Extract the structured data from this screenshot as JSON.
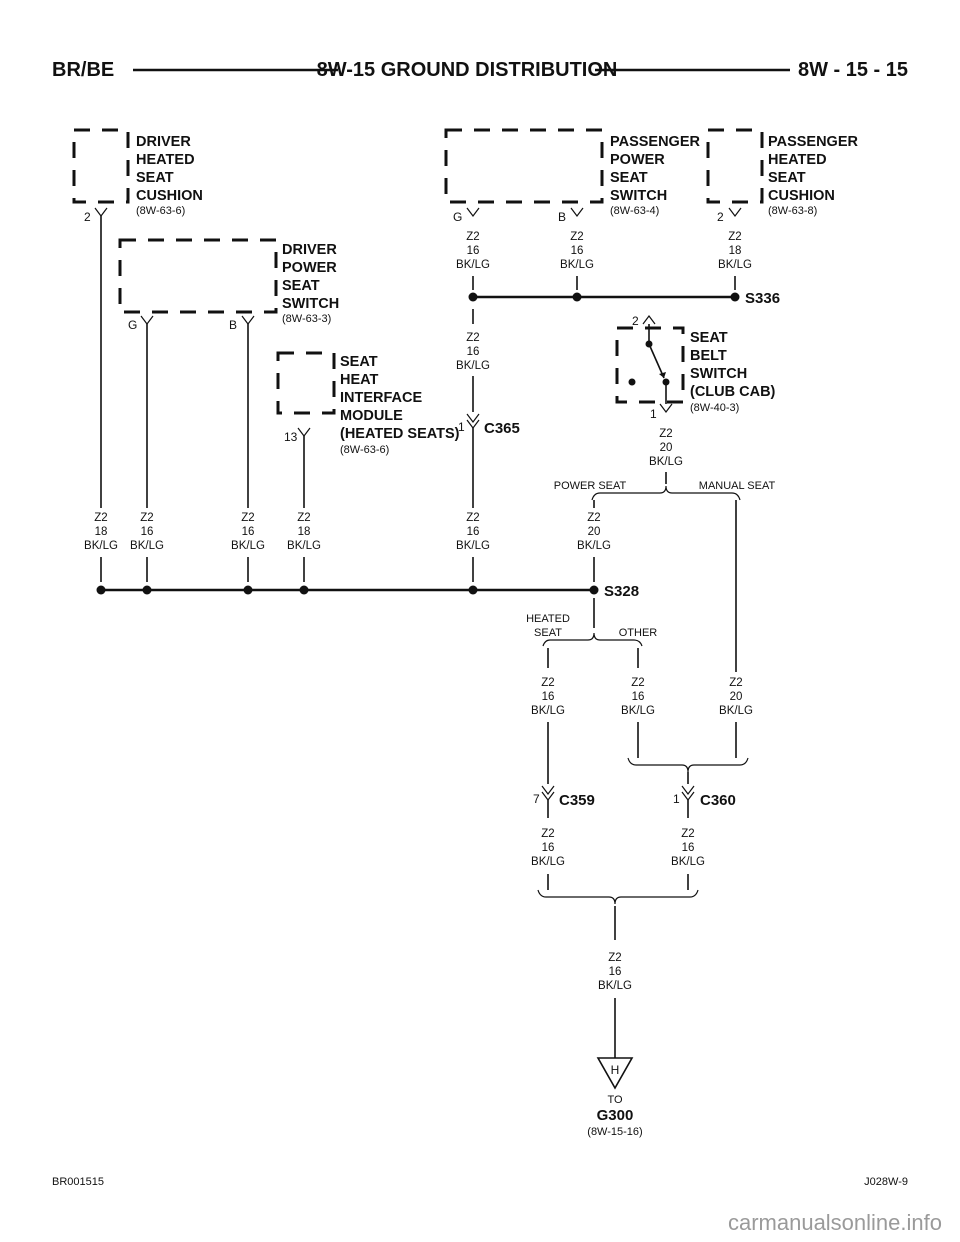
{
  "header": {
    "left": "BR/BE",
    "center": "8W-15 GROUND DISTRIBUTION",
    "right": "8W - 15 - 15"
  },
  "components": {
    "driver_heated_seat_cushion": {
      "title": [
        "DRIVER",
        "HEATED",
        "SEAT",
        "CUSHION"
      ],
      "ref": "(8W-63-6)",
      "pin": "2"
    },
    "driver_power_seat_switch": {
      "title": [
        "DRIVER",
        "POWER",
        "SEAT",
        "SWITCH"
      ],
      "ref": "(8W-63-3)",
      "pins": [
        "G",
        "B"
      ]
    },
    "seat_heat_interface_module": {
      "title": [
        "SEAT",
        "HEAT",
        "INTERFACE",
        "MODULE",
        "(HEATED SEATS)"
      ],
      "ref": "(8W-63-6)",
      "pin": "13"
    },
    "passenger_power_seat_switch": {
      "title": [
        "PASSENGER",
        "POWER",
        "SEAT",
        "SWITCH"
      ],
      "ref": "(8W-63-4)",
      "pins": [
        "G",
        "B"
      ]
    },
    "passenger_heated_seat_cushion": {
      "title": [
        "PASSENGER",
        "HEATED",
        "SEAT",
        "CUSHION"
      ],
      "ref": "(8W-63-8)",
      "pin": "2"
    },
    "seat_belt_switch": {
      "title": [
        "SEAT",
        "BELT",
        "SWITCH",
        "(CLUB CAB)"
      ],
      "ref": "(8W-40-3)",
      "pins": [
        "2",
        "1"
      ]
    }
  },
  "wire_labels": {
    "w1": [
      "Z2",
      "18",
      "BK/LG"
    ],
    "w2": [
      "Z2",
      "16",
      "BK/LG"
    ],
    "w3": [
      "Z2",
      "16",
      "BK/LG"
    ],
    "w4": [
      "Z2",
      "18",
      "BK/LG"
    ],
    "w5": [
      "Z2",
      "16",
      "BK/LG"
    ],
    "w6": [
      "Z2",
      "20",
      "BK/LG"
    ],
    "p1": [
      "Z2",
      "16",
      "BK/LG"
    ],
    "p2": [
      "Z2",
      "16",
      "BK/LG"
    ],
    "p3": [
      "Z2",
      "18",
      "BK/LG"
    ],
    "s336_out": [
      "Z2",
      "16",
      "BK/LG"
    ],
    "belt_out": [
      "Z2",
      "20",
      "BK/LG"
    ],
    "heated": [
      "Z2",
      "16",
      "BK/LG"
    ],
    "other": [
      "Z2",
      "16",
      "BK/LG"
    ],
    "manual": [
      "Z2",
      "20",
      "BK/LG"
    ],
    "c359_out": [
      "Z2",
      "16",
      "BK/LG"
    ],
    "c360_out": [
      "Z2",
      "16",
      "BK/LG"
    ],
    "final": [
      "Z2",
      "16",
      "BK/LG"
    ]
  },
  "splices": {
    "s336": "S336",
    "s328": "S328"
  },
  "connectors": {
    "c365": {
      "name": "C365",
      "pin": "1"
    },
    "c359": {
      "name": "C359",
      "pin": "7"
    },
    "c360": {
      "name": "C360",
      "pin": "1"
    }
  },
  "branch_labels": {
    "power_seat": "POWER SEAT",
    "manual_seat": "MANUAL SEAT",
    "heated_seat": [
      "HEATED",
      "SEAT"
    ],
    "other": "OTHER"
  },
  "ground": {
    "letter": "H",
    "to": "TO",
    "name": "G300",
    "ref": "(8W-15-16)"
  },
  "footer": {
    "left": "BR001515",
    "right": "J028W-9"
  },
  "watermark": "carmanualsonline.info"
}
